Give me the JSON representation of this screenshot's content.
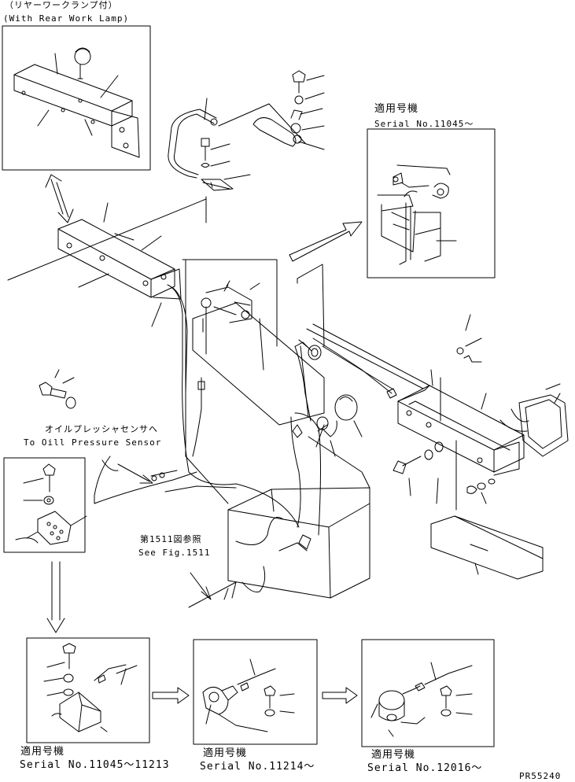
{
  "labels": {
    "rear_lamp_jp": "（リヤーワークランプ付）",
    "rear_lamp_en": "(With Rear Work Lamp)",
    "applicable_top": "適用号機",
    "serial_top": "Serial No.11045～",
    "oil_sensor_jp": "オイルプレッシャセンサへ",
    "oil_sensor_en": "To Oill Pressure Sensor",
    "see_fig_jp": "第1511図参照",
    "see_fig_en": "See Fig.1511",
    "applicable_b1": "適用号機",
    "serial_b1": "Serial No.11045～11213",
    "applicable_b2": "適用号機",
    "serial_b2": "Serial No.11214～",
    "applicable_b3": "適用号機",
    "serial_b3": "Serial No.12016～",
    "drawing_code": "PR55240"
  },
  "colors": {
    "line": "#000000",
    "background": "#ffffff"
  }
}
